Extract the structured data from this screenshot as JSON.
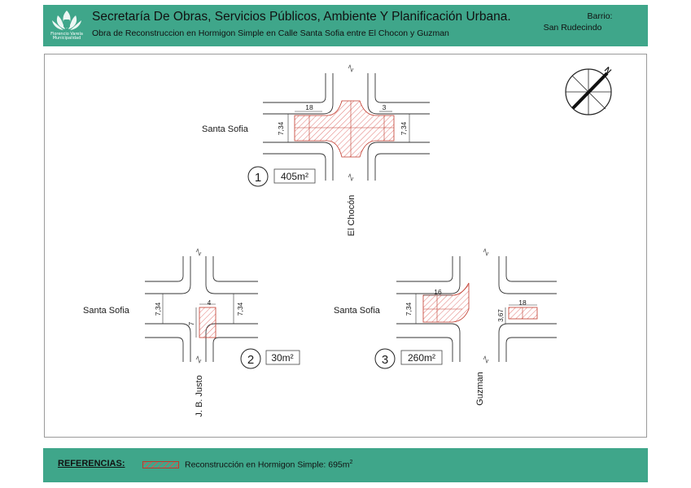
{
  "header": {
    "logo_text": "Florencio Varela Municipalidad",
    "title": "Secretaría De Obras, Servicios Públicos, Ambiente Y Planificación Urbana.",
    "subtitle": "Obra de Reconstruccion en Hormigon Simple en Calle  Santa Sofia entre El Chocon y Guzman",
    "barrio_label": "Barrio:",
    "barrio_value": "San Rudecindo"
  },
  "compass": {
    "label": "N",
    "icon": "north-arrow-icon"
  },
  "intersections": [
    {
      "number": "1",
      "area": "405m²",
      "street_main": "Santa Sofia",
      "street_cross": "El Chocón",
      "dim_left_length": "18",
      "dim_right_length": "3",
      "dim_width_left": "7,34",
      "dim_width_right": "7,34"
    },
    {
      "number": "2",
      "area": "30m²",
      "street_main": "Santa Sofia",
      "street_cross": "J. B. Justo",
      "dim_patch_width": "4",
      "dim_patch_height": "7",
      "dim_width_left": "7,34",
      "dim_width_right": "7,34"
    },
    {
      "number": "3",
      "area": "260m²",
      "street_main": "Santa Sofia",
      "street_cross": "Guzman",
      "dim_left_length": "16",
      "dim_right_length": "18",
      "dim_width_left": "7,34",
      "dim_width_right": "3,67"
    }
  ],
  "footer": {
    "ref_title": "REFERENCIAS:",
    "ref_text": "Reconstrucción en Hormigon Simple: 695m",
    "ref_sup": "2"
  },
  "colors": {
    "band": "#3fa68a",
    "hatch": "#d9534f",
    "line": "#333333"
  }
}
